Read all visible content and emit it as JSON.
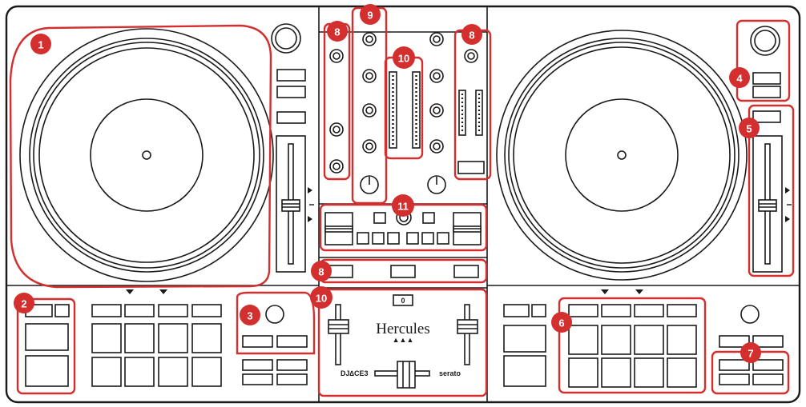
{
  "brand": {
    "logo": "Hercules",
    "logo_mark": "▲▲▲",
    "left_mark": "DJ∆CE3",
    "right_mark": "serato",
    "display_value": "0"
  },
  "callouts": [
    {
      "id": "1",
      "label": "1"
    },
    {
      "id": "2",
      "label": "2"
    },
    {
      "id": "3",
      "label": "3"
    },
    {
      "id": "4",
      "label": "4"
    },
    {
      "id": "5",
      "label": "5"
    },
    {
      "id": "6",
      "label": "6"
    },
    {
      "id": "7",
      "label": "7"
    },
    {
      "id": "8a",
      "label": "8"
    },
    {
      "id": "8b",
      "label": "8"
    },
    {
      "id": "8c",
      "label": "8"
    },
    {
      "id": "9",
      "label": "9"
    },
    {
      "id": "10a",
      "label": "10"
    },
    {
      "id": "10b",
      "label": "10"
    },
    {
      "id": "11",
      "label": "11"
    }
  ],
  "colors": {
    "outline": "#1a1a1a",
    "highlight": "#d32f2f",
    "background": "#ffffff"
  }
}
